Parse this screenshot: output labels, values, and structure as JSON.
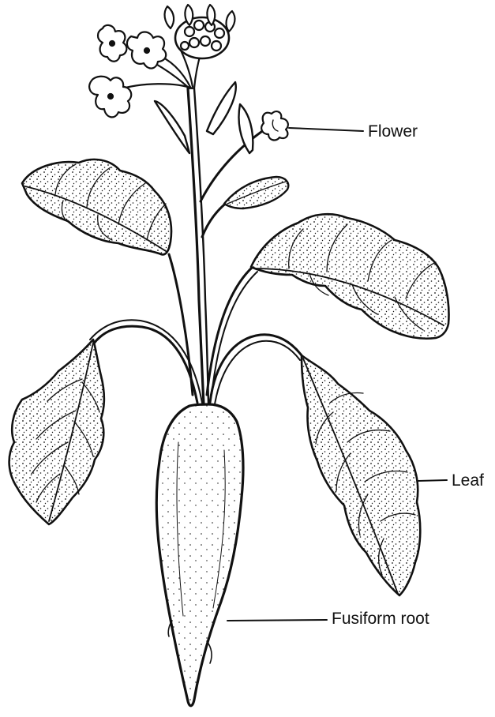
{
  "diagram": {
    "labels": {
      "flower": "Flower",
      "leaf": "Leaf",
      "root": "Fusiform root"
    }
  }
}
